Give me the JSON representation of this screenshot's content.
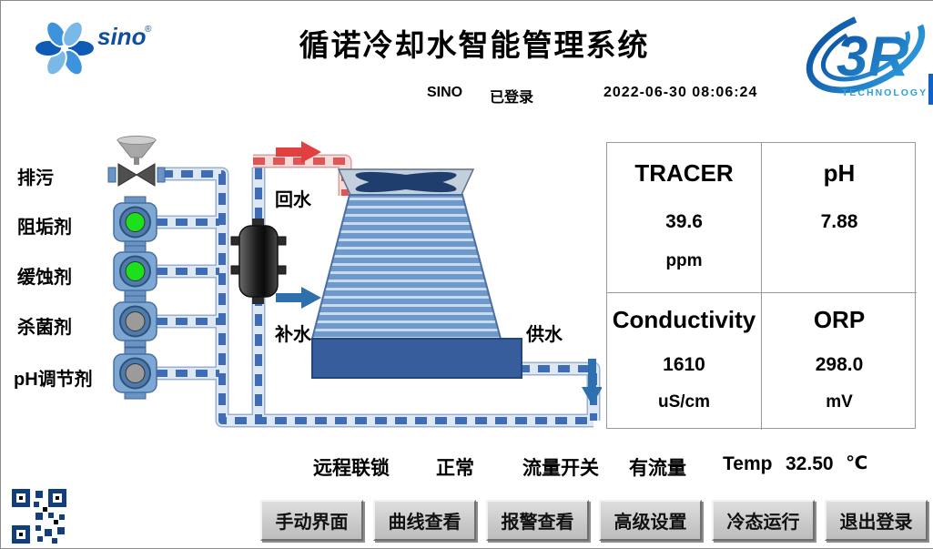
{
  "colors": {
    "accent_blue": "#1565c0",
    "pipe_water_dash": "#3f6db5",
    "pipe_return_dash": "#e25555",
    "pump_running_green": "#1de01d",
    "pump_stopped_gray": "#9b9b9b",
    "tower_fill": "#6f98cb",
    "basin_fill": "#375d9d"
  },
  "header": {
    "title": "循诺冷却水智能管理系统",
    "logo_left_text": "sino",
    "logo_left_reg": "®",
    "logo_right_text": "3R",
    "logo_right_sub": "TECHNOLOGY",
    "user": "SINO",
    "login_status": "已登录",
    "datetime": "2022-06-30  08:06:24"
  },
  "diagram": {
    "feed_lines": [
      {
        "label": "排污",
        "device": "valve"
      },
      {
        "label": "阻垢剂",
        "device": "pump",
        "state": "running"
      },
      {
        "label": "缓蚀剂",
        "device": "pump",
        "state": "running"
      },
      {
        "label": "杀菌剂",
        "device": "pump",
        "state": "stopped"
      },
      {
        "label": "pH调节剂",
        "device": "pump",
        "state": "stopped"
      }
    ],
    "flow_labels": {
      "return_water": "回水",
      "makeup_water": "补水",
      "supply_water": "供水"
    }
  },
  "panels": [
    {
      "label": "TRACER",
      "value": "39.6",
      "unit": "ppm"
    },
    {
      "label": "pH",
      "value": "7.88",
      "unit": ""
    },
    {
      "label": "Conductivity",
      "value": "1610",
      "unit": "uS/cm"
    },
    {
      "label": "ORP",
      "value": "298.0",
      "unit": "mV"
    }
  ],
  "status": [
    {
      "label": "远程联锁",
      "value": "正常"
    },
    {
      "label": "流量开关",
      "value": "有流量"
    },
    {
      "label": "Temp",
      "value": "32.50",
      "unit": "℃"
    }
  ],
  "buttons": [
    {
      "label": "手动界面"
    },
    {
      "label": "曲线查看"
    },
    {
      "label": "报警查看"
    },
    {
      "label": "高级设置"
    },
    {
      "label": "冷态运行"
    },
    {
      "label": "退出登录"
    }
  ]
}
